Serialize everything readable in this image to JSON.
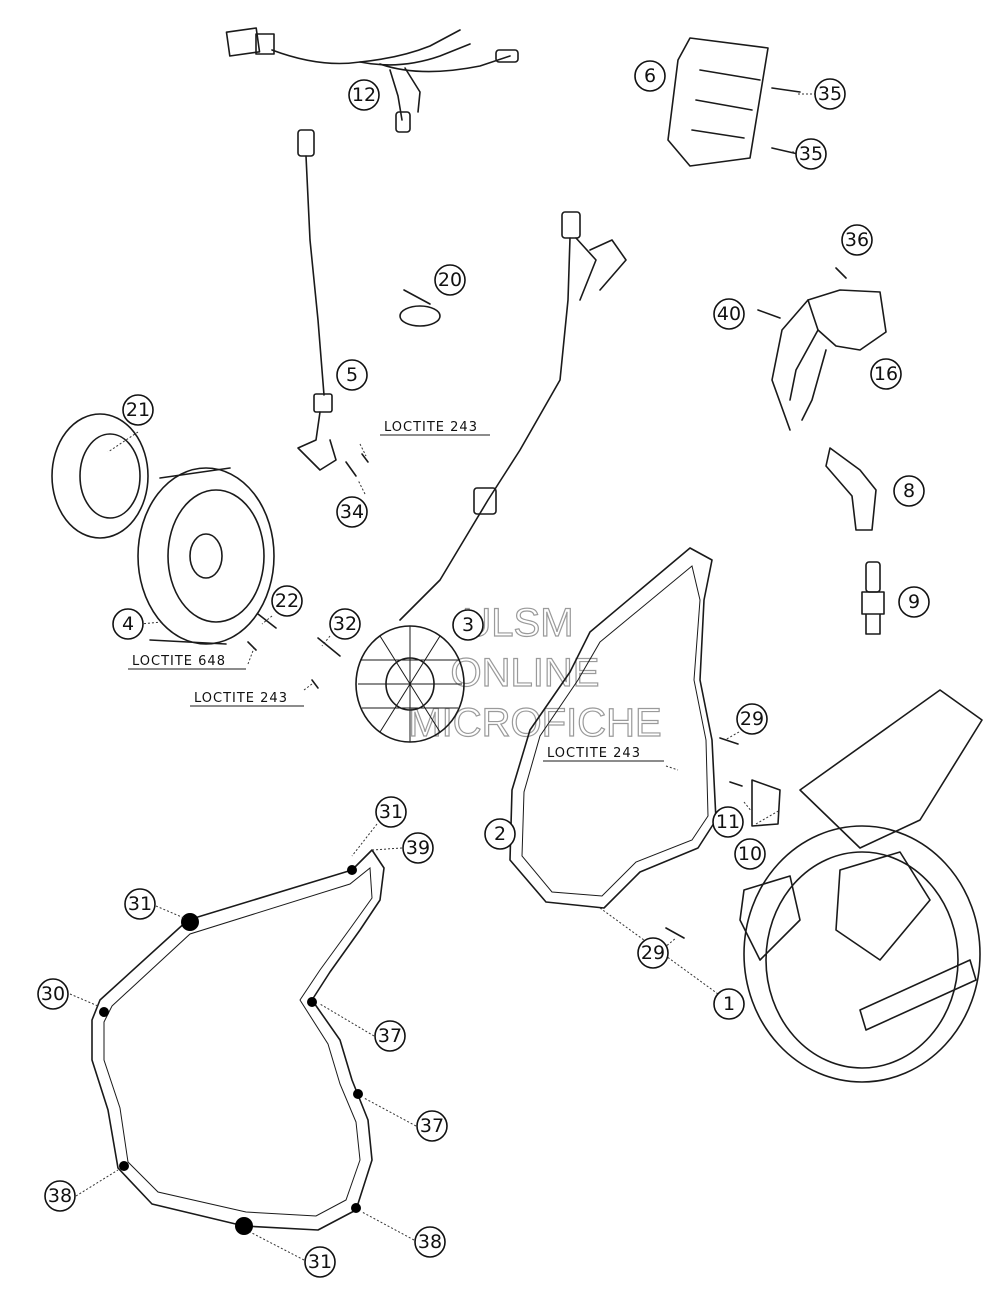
{
  "callouts": {
    "c12": "12",
    "c6": "6",
    "c35a": "35",
    "c35b": "35",
    "c20": "20",
    "c36": "36",
    "c40": "40",
    "c16": "16",
    "c5": "5",
    "c21": "21",
    "c8": "8",
    "c34": "34",
    "c4": "4",
    "c22": "22",
    "c32": "32",
    "c3": "3",
    "c9": "9",
    "c29a": "29",
    "c11": "11",
    "c10": "10",
    "c2": "2",
    "c31a": "31",
    "c39": "39",
    "c31b": "31",
    "c30": "30",
    "c37a": "37",
    "c29b": "29",
    "c1": "1",
    "c37b": "37",
    "c38a": "38",
    "c38b": "38",
    "c31c": "31"
  },
  "notes": {
    "loctite_243_top": "LOCTITE 243",
    "loctite_648": "LOCTITE 648",
    "loctite_243_left": "LOCTITE 243",
    "loctite_243_right": "LOCTITE 243"
  },
  "watermark": {
    "line1": "ULSM",
    "line2": "ONLINE",
    "line3": "MICROFICHE"
  }
}
